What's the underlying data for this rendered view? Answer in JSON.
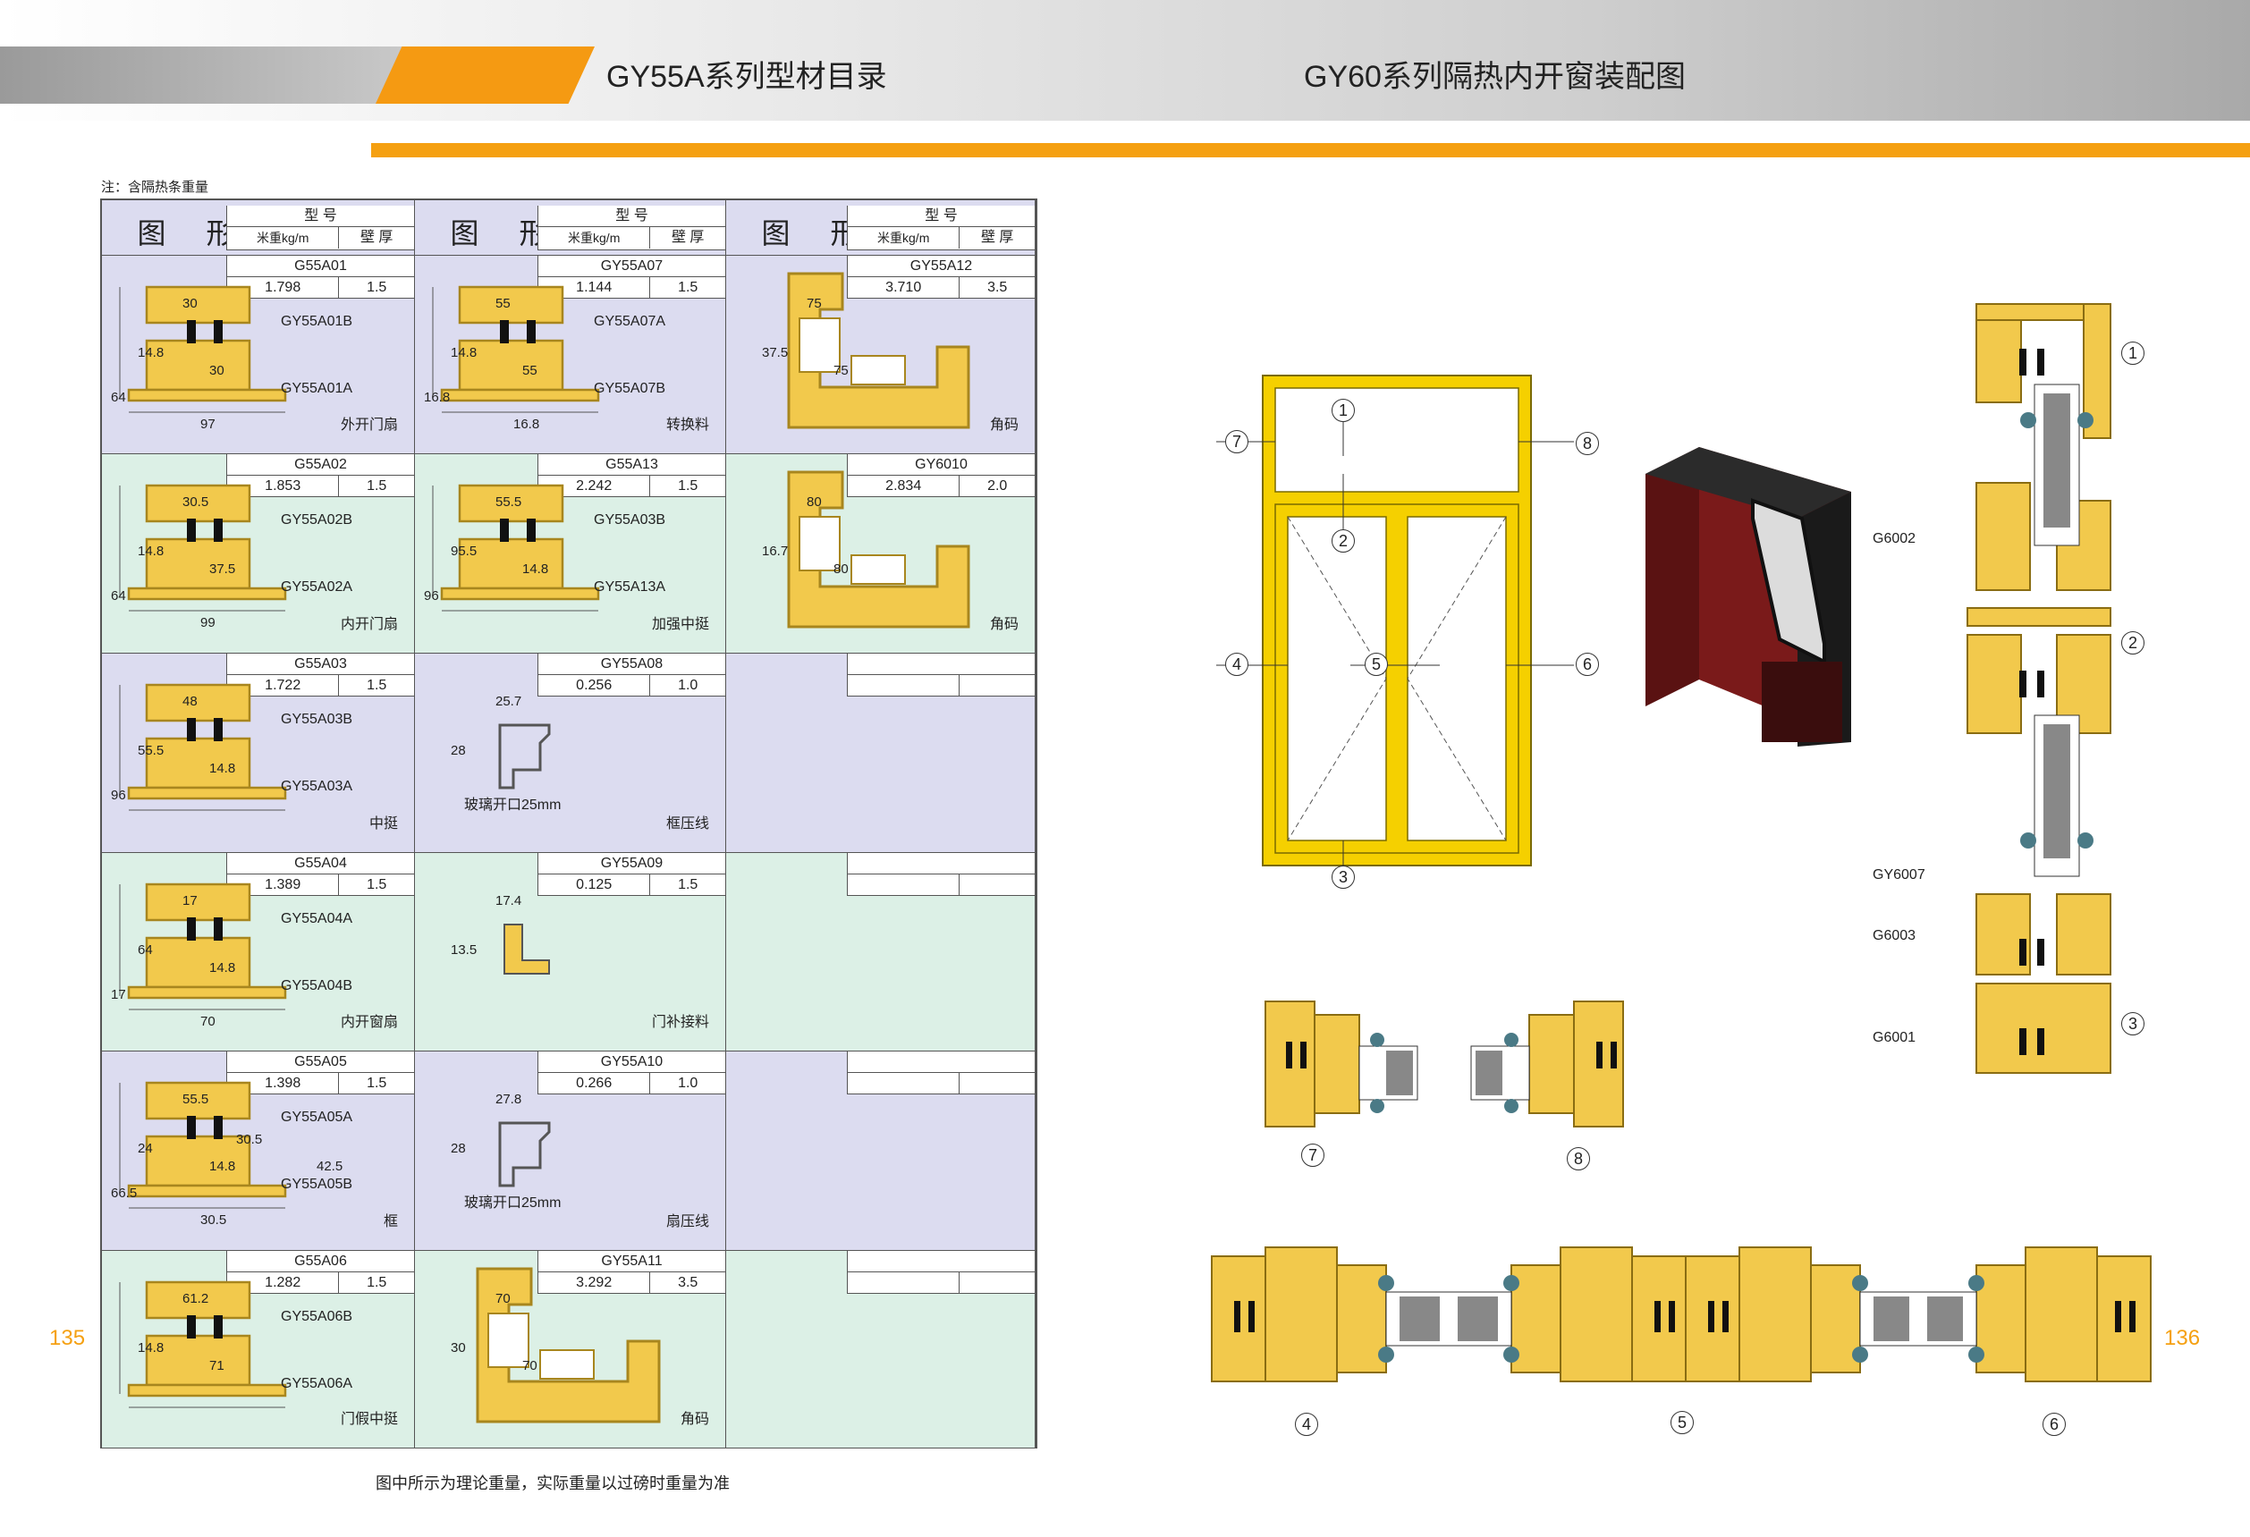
{
  "header": {
    "left_title": "GY55A系列型材目录",
    "right_title": "GY60系列隔热内开窗装配图"
  },
  "catalogue": {
    "note": "注：含隔热条重量",
    "column_title": "图  形",
    "header_model": "型  号",
    "header_weight": "米重kg/m",
    "header_thickness": "壁 厚",
    "footer_note": "图中所示为理论重量，实际重量以过磅时重量为准",
    "cells": [
      {
        "code": "G55A01",
        "weight": "1.798",
        "thickness": "1.5",
        "caption": "外开门扇",
        "parts": [
          "GY55A01B",
          "GY55A01A"
        ],
        "dims": [
          "30",
          "14.8",
          "30",
          "64",
          "97"
        ]
      },
      {
        "code": "GY55A07",
        "weight": "1.144",
        "thickness": "1.5",
        "caption": "转换料",
        "parts": [
          "GY55A07A",
          "GY55A07B"
        ],
        "dims": [
          "55",
          "14.8",
          "55",
          "16.8",
          "16.8"
        ]
      },
      {
        "code": "GY55A12",
        "weight": "3.710",
        "thickness": "3.5",
        "caption": "角码",
        "parts": [],
        "dims": [
          "75",
          "37.5",
          "75"
        ]
      },
      {
        "code": "G55A02",
        "weight": "1.853",
        "thickness": "1.5",
        "caption": "内开门扇",
        "parts": [
          "GY55A02B",
          "GY55A02A"
        ],
        "dims": [
          "30.5",
          "14.8",
          "37.5",
          "64",
          "99"
        ]
      },
      {
        "code": "G55A13",
        "weight": "2.242",
        "thickness": "1.5",
        "caption": "加强中挺",
        "parts": [
          "GY55A03B",
          "GY55A13A"
        ],
        "dims": [
          "55.5",
          "95.5",
          "14.8",
          "96"
        ]
      },
      {
        "code": "GY6010",
        "weight": "2.834",
        "thickness": "2.0",
        "caption": "角码",
        "parts": [],
        "dims": [
          "80",
          "16.7",
          "80"
        ]
      },
      {
        "code": "G55A03",
        "weight": "1.722",
        "thickness": "1.5",
        "caption": "中挺",
        "parts": [
          "GY55A03B",
          "GY55A03A"
        ],
        "dims": [
          "48",
          "55.5",
          "14.8",
          "96"
        ]
      },
      {
        "code": "GY55A08",
        "weight": "0.256",
        "thickness": "1.0",
        "caption": "框压线",
        "parts": [
          "玻璃开口25mm"
        ],
        "dims": [
          "25.7",
          "28"
        ]
      },
      {
        "code": "G55A04",
        "weight": "1.389",
        "thickness": "1.5",
        "caption": "内开窗扇",
        "parts": [
          "GY55A04A",
          "GY55A04B"
        ],
        "dims": [
          "17",
          "64",
          "14.8",
          "17",
          "70"
        ]
      },
      {
        "code": "GY55A09",
        "weight": "0.125",
        "thickness": "1.5",
        "caption": "门补接料",
        "parts": [],
        "dims": [
          "17.4",
          "13.5"
        ]
      },
      {
        "code": "G55A05",
        "weight": "1.398",
        "thickness": "1.5",
        "caption": "框",
        "parts": [
          "GY55A05A",
          "GY55A05B"
        ],
        "dims": [
          "55.5",
          "24",
          "14.8",
          "66.5",
          "30.5",
          "30.5",
          "42.5"
        ]
      },
      {
        "code": "GY55A10",
        "weight": "0.266",
        "thickness": "1.0",
        "caption": "扇压线",
        "parts": [
          "玻璃开口25mm"
        ],
        "dims": [
          "27.8",
          "28"
        ]
      },
      {
        "code": "G55A06",
        "weight": "1.282",
        "thickness": "1.5",
        "caption": "门假中挺",
        "parts": [
          "GY55A06B",
          "GY55A06A"
        ],
        "dims": [
          "61.2",
          "14.8",
          "71"
        ]
      },
      {
        "code": "GY55A11",
        "weight": "3.292",
        "thickness": "3.5",
        "caption": "角码",
        "parts": [],
        "dims": [
          "70",
          "30",
          "70"
        ]
      }
    ]
  },
  "page_numbers": {
    "left": "135",
    "right": "136"
  },
  "assembly": {
    "callouts": [
      "1",
      "2",
      "3",
      "4",
      "5",
      "6",
      "7",
      "8"
    ],
    "tags": [
      "G6002",
      "GY6007",
      "G6003",
      "G6001"
    ]
  },
  "colors": {
    "orange": "#f5a011",
    "profile": "#f2c94c",
    "profile_edge": "#a8861e",
    "purple_cell": "#dcdcf0",
    "green_cell": "#dcf0e6",
    "window_frame": "#f5d000"
  }
}
